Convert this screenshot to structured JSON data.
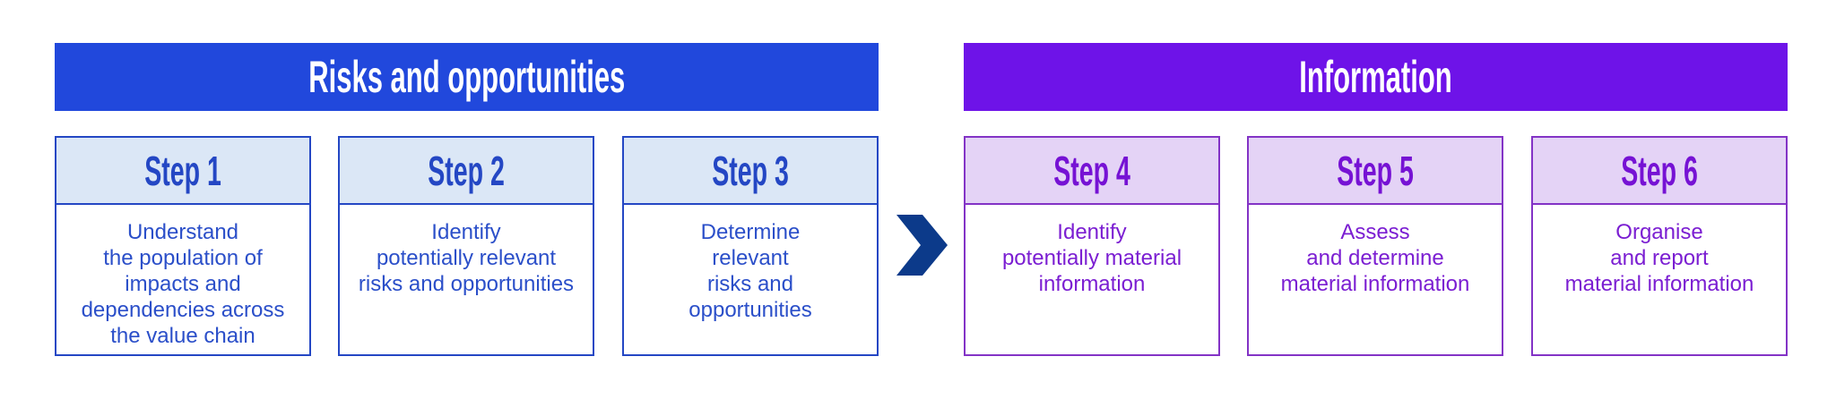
{
  "diagram": {
    "groups": [
      {
        "title": "Risks and opportunities",
        "theme": "blue",
        "colors": {
          "banner_bg": "#2148dc",
          "banner_text": "#ffffff",
          "card_header_bg": "#dbe7f6",
          "card_border": "#2447c4",
          "text": "#2b4fc9"
        },
        "steps": [
          {
            "label": "Step 1",
            "text": "Understand\nthe population of\nimpacts and\ndependencies across\nthe value chain"
          },
          {
            "label": "Step 2",
            "text": "Identify\npotentially relevant\nrisks and opportunities"
          },
          {
            "label": "Step 3",
            "text": "Determine\nrelevant\nrisks and\nopportunities"
          }
        ]
      },
      {
        "title": "Information",
        "theme": "purple",
        "colors": {
          "banner_bg": "#6e13e8",
          "banner_text": "#ffffff",
          "card_header_bg": "#e4d3f6",
          "card_border": "#8333c6",
          "text": "#7b1ed2"
        },
        "steps": [
          {
            "label": "Step 4",
            "text": "Identify\npotentially material\ninformation"
          },
          {
            "label": "Step 5",
            "text": "Assess\nand determine\nmaterial information"
          },
          {
            "label": "Step 6",
            "text": "Organise\nand report\nmaterial information"
          }
        ]
      }
    ],
    "arrow": {
      "icon": "chevron-right-icon",
      "color": "#0c3a8a"
    }
  }
}
